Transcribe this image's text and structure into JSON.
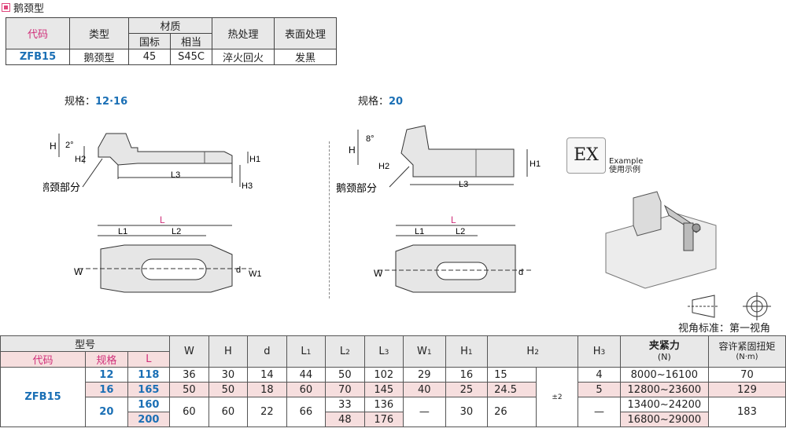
{
  "title": "鹅颈型",
  "material_table": {
    "headers": {
      "code": "代码",
      "type": "类型",
      "material": "材质",
      "gb": "国标",
      "equiv": "相当",
      "heat": "热处理",
      "surface": "表面处理"
    },
    "row": {
      "code": "ZFB15",
      "type": "鹅颈型",
      "gb": "45",
      "equiv": "S45C",
      "heat": "淬火回火",
      "surface": "发黑"
    }
  },
  "spec_left": {
    "label": "规格：",
    "value": "12·16"
  },
  "spec_right": {
    "label": "规格：",
    "value": "20"
  },
  "drawing_labels": {
    "neck_left": "鹅颈部分",
    "neck_right": "鹅颈部分",
    "H": "H",
    "H1": "H1",
    "H2": "H2",
    "H3": "H3",
    "L": "L",
    "L1": "L1",
    "L2": "L2",
    "L3": "L3",
    "W": "W",
    "W1": "W1",
    "d": "d",
    "angle_left": "2°",
    "angle_right": "8°"
  },
  "example": {
    "ex": "EX",
    "en": "Example",
    "cn": "使用示例"
  },
  "view_standard": "视角标准：第一视角",
  "spec_table": {
    "headers": {
      "model": "型号",
      "code": "代码",
      "size": "规格",
      "L": "L",
      "W": "W",
      "H": "H",
      "d": "d",
      "L1": "L",
      "L1sub": "1",
      "L2": "L",
      "L2sub": "2",
      "L3": "L",
      "L3sub": "3",
      "W1": "W",
      "W1sub": "1",
      "H1": "H",
      "H1sub": "1",
      "H2": "H",
      "H2sub": "2",
      "H3": "H",
      "H3sub": "3",
      "force": "夹紧力",
      "force_unit": "(N)",
      "torque": "容许紧固扭矩",
      "torque_unit": "(N·m)"
    },
    "code": "ZFB15",
    "tol": "±2",
    "rows": [
      {
        "size": "12",
        "L": "118",
        "W": "36",
        "H": "30",
        "d": "14",
        "L1": "44",
        "L2": "50",
        "L3": "102",
        "W1": "29",
        "H1": "16",
        "H2": "15",
        "H3": "4",
        "force": "8000~16100",
        "torque": "70"
      },
      {
        "size": "16",
        "L": "165",
        "W": "50",
        "H": "50",
        "d": "18",
        "L1": "60",
        "L2": "70",
        "L3": "145",
        "W1": "40",
        "H1": "25",
        "H2": "24.5",
        "H3": "5",
        "force": "12800~23600",
        "torque": "129"
      },
      {
        "size": "20",
        "L": "160",
        "W": "60",
        "H": "60",
        "d": "22",
        "L1": "66",
        "L2": "33",
        "L3": "136",
        "W1": "—",
        "H1": "30",
        "H2": "26",
        "H3": "—",
        "force": "13400~24200",
        "torque": "183"
      },
      {
        "L": "200",
        "L2": "48",
        "L3": "176",
        "force": "16800~29000"
      }
    ]
  }
}
